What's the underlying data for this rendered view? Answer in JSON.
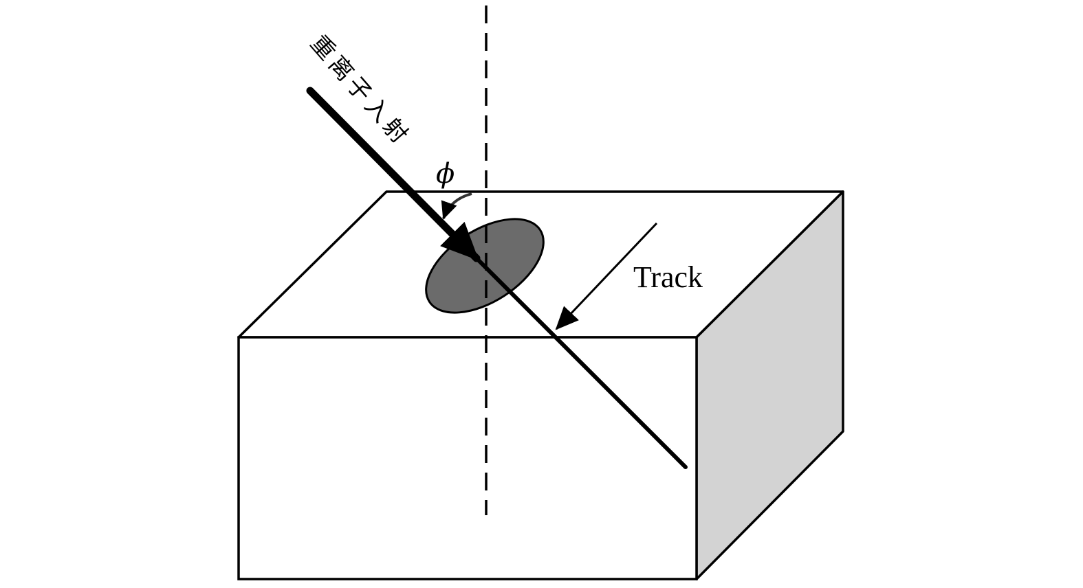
{
  "labels": {
    "ion_incidence": "重离子入射",
    "angle_symbol": "ϕ",
    "track": "Track"
  },
  "colors": {
    "background": "#ffffff",
    "stroke": "#000000",
    "box_side_face": "#d3d3d3",
    "ion_spot": "#6b6b6b",
    "angle_arrow": "#333333"
  }
}
